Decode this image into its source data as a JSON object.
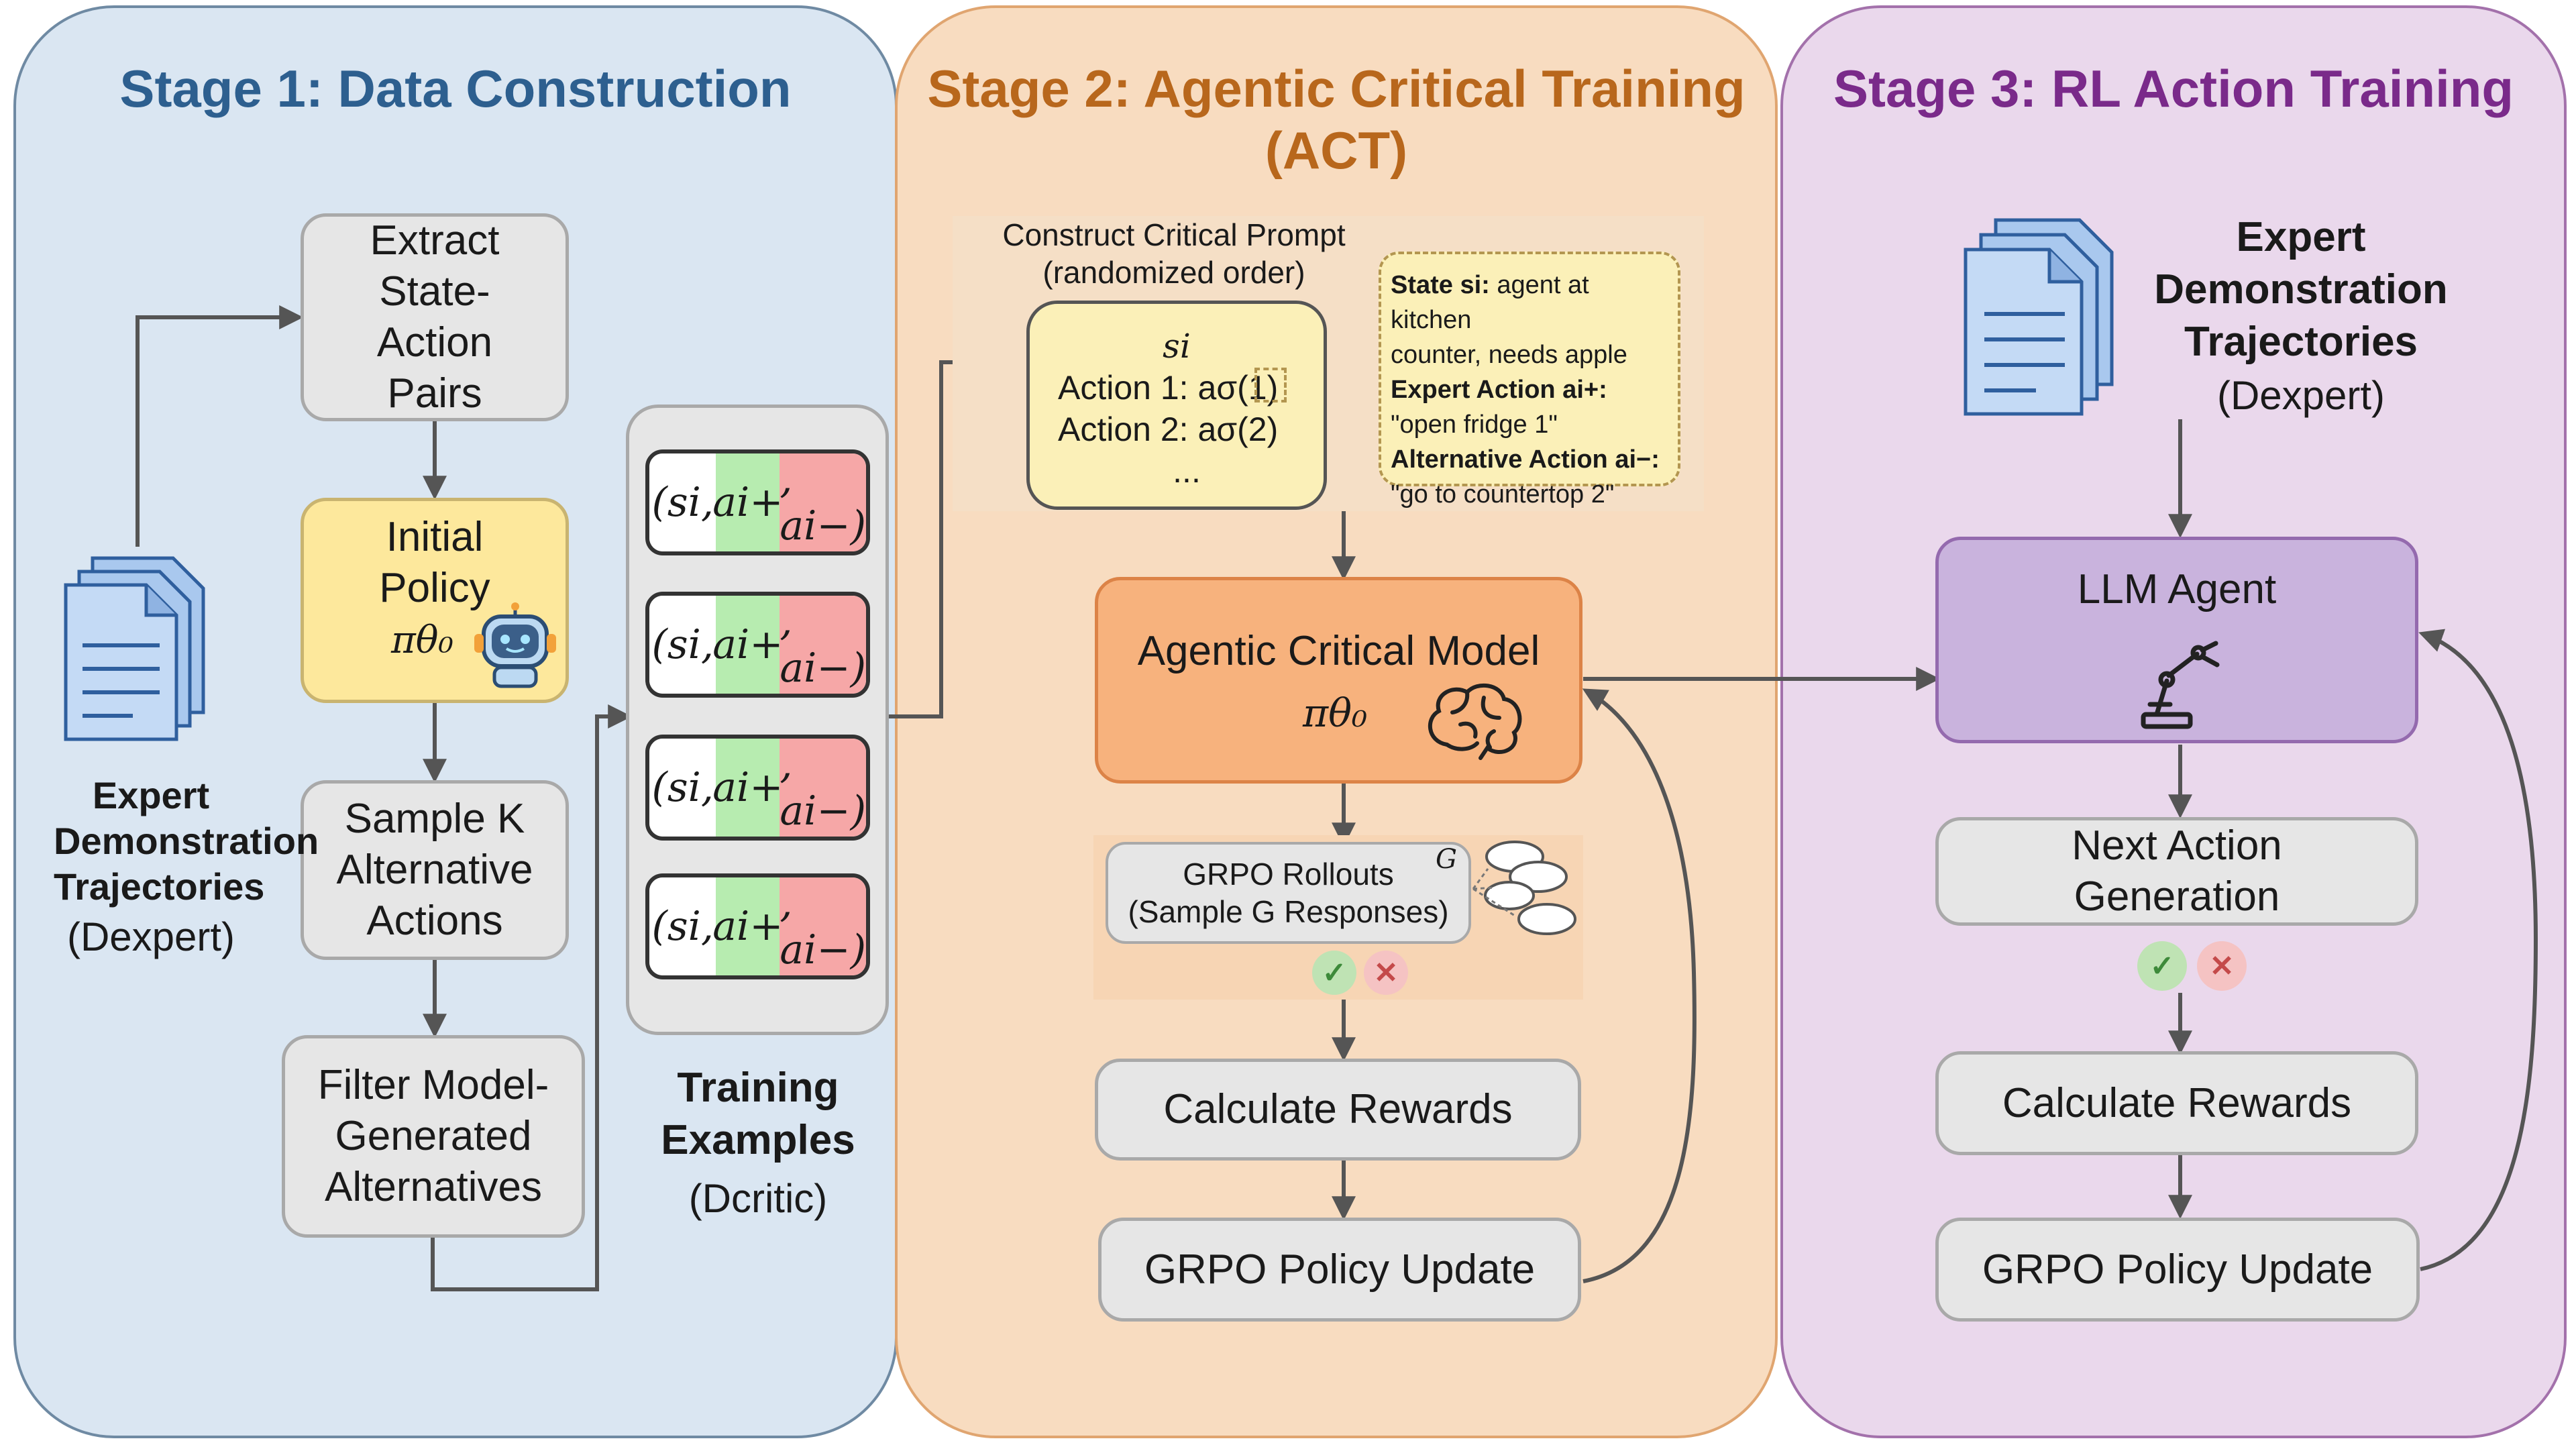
{
  "stage1": {
    "title": "Stage 1: Data Construction",
    "extract": [
      "Extract",
      "State-",
      "Action",
      "Pairs"
    ],
    "initial_policy": [
      "Initial",
      "Policy"
    ],
    "policy_symbol": "πθ₀",
    "sample": [
      "Sample K",
      "Alternative",
      "Actions"
    ],
    "filter": [
      "Filter Model-",
      "Generated",
      "Alternatives"
    ],
    "expert_label": [
      "Expert",
      "Demonstration",
      "Trajectories"
    ],
    "expert_dataset": "(Dexpert)",
    "training_label": [
      "Training",
      "Examples"
    ],
    "training_dataset": "(Dcritic)",
    "pair_s": "(si,",
    "pair_pos": "ai+",
    "pair_neg": ", ai−)",
    "colors": {
      "panel": "#dae6f2",
      "title": "#2d5f8f",
      "positive": "#b7ecb0",
      "negative": "#f6a7a7"
    }
  },
  "stage2": {
    "title_line1": "Stage 2: Agentic Critical Training",
    "title_line2": "(ACT)",
    "prompt_title": [
      "Construct Critical Prompt",
      "(randomized order)"
    ],
    "prompt_lines": [
      "si",
      "Action 1: aσ(1)",
      "Action 2: aσ(2)",
      "..."
    ],
    "state_detail": {
      "state_label": "State si:",
      "state_text": "agent at kitchen",
      "state_text2": "counter, needs apple",
      "expert_label": "Expert Action ai+:",
      "expert_text": "\"open fridge 1\"",
      "alt_label": "Alternative Action ai−:",
      "alt_text": "\"go to countertop 2\""
    },
    "model_title": "Agentic Critical Model",
    "model_symbol": "πθ₀",
    "rollouts": [
      "GRPO Rollouts",
      "(Sample G Responses)"
    ],
    "rollouts_g": "G",
    "rewards": "Calculate Rewards",
    "update": "GRPO Policy Update",
    "colors": {
      "panel": "#f8dcc0",
      "title": "#b8671c"
    }
  },
  "stage3": {
    "title": "Stage 3: RL Action Training",
    "expert_label": [
      "Expert",
      "Demonstration",
      "Trajectories"
    ],
    "expert_dataset": "(Dexpert)",
    "agent": "LLM Agent",
    "next_action": [
      "Next Action",
      "Generation"
    ],
    "rewards": "Calculate Rewards",
    "update": "GRPO Policy Update",
    "colors": {
      "panel": "#ead8ec",
      "title": "#7a2a8a"
    }
  },
  "icons": [
    "document-stack-icon",
    "robot-icon",
    "brain-icon",
    "robot-arm-icon",
    "speech-bubbles-icon",
    "check-icon",
    "cross-icon"
  ]
}
